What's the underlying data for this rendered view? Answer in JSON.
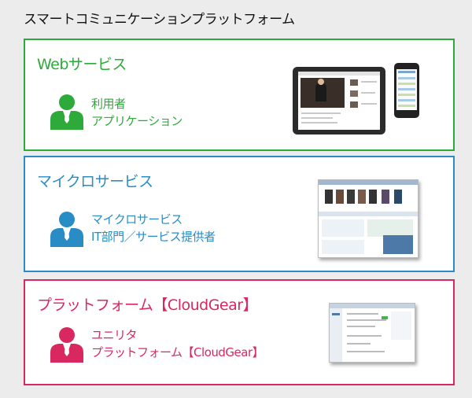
{
  "title": "スマートコミュニケーションプラットフォーム",
  "colors": {
    "web": "#2daa3a",
    "micro": "#2a8cc4",
    "platform": "#d9285f"
  },
  "panels": {
    "web": {
      "title": "Webサービス",
      "role_line1": "利用者",
      "role_line2": "アプリケーション",
      "icon": "user-icon"
    },
    "micro": {
      "title": "マイクロサービス",
      "role_line1": "マイクロサービス",
      "role_line2": "IT部門／サービス提供者",
      "icon": "user-icon"
    },
    "platform": {
      "title": "プラットフォーム【CloudGear】",
      "role_line1": "ユニリタ",
      "role_line2": "プラットフォーム【CloudGear】",
      "icon": "user-icon"
    }
  }
}
